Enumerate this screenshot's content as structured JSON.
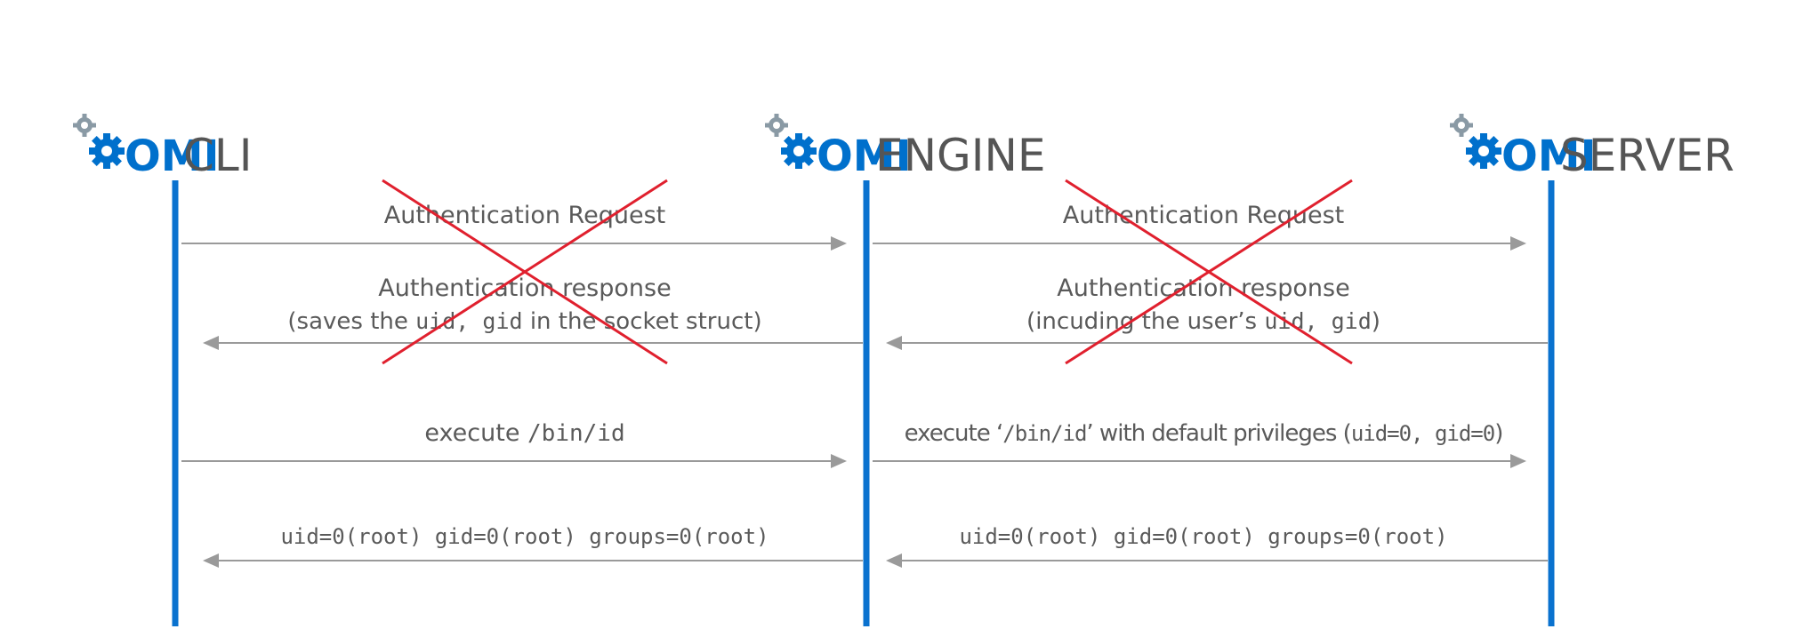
{
  "participants": [
    {
      "omi": "OMI",
      "name": "CLI"
    },
    {
      "omi": "OMI",
      "name": "ENGINE"
    },
    {
      "omi": "OMI",
      "name": "SERVER"
    }
  ],
  "messages": {
    "auth_request_1": "Authentication Request",
    "auth_response_1_line1": "Authentication response",
    "auth_response_1_line2_a": "(saves the ",
    "auth_response_1_line2_b": "uid, gid",
    "auth_response_1_line2_c": " in the socket struct)",
    "auth_request_2": "Authentication Request",
    "auth_response_2_line1": "Authentication response",
    "auth_response_2_line2_a": "(incuding the user’s ",
    "auth_response_2_line2_b": "uid, gid",
    "auth_response_2_line2_c": ")",
    "execute_1_a": "execute ",
    "execute_1_b": "/bin/id",
    "execute_2_a": "execute ‘",
    "execute_2_b": "/bin/id",
    "execute_2_c": "’ with default privileges (",
    "execute_2_d": "uid=0, gid=0",
    "execute_2_e": ")",
    "result_1": "uid=0(root) gid=0(root) groups=0(root)",
    "result_2": "uid=0(root) gid=0(root) groups=0(root)"
  },
  "colors": {
    "lifeline": "#0a72cf",
    "arrow": "#9a9a9a",
    "cross": "#e0202e",
    "logo_brand": "#0070cc"
  }
}
